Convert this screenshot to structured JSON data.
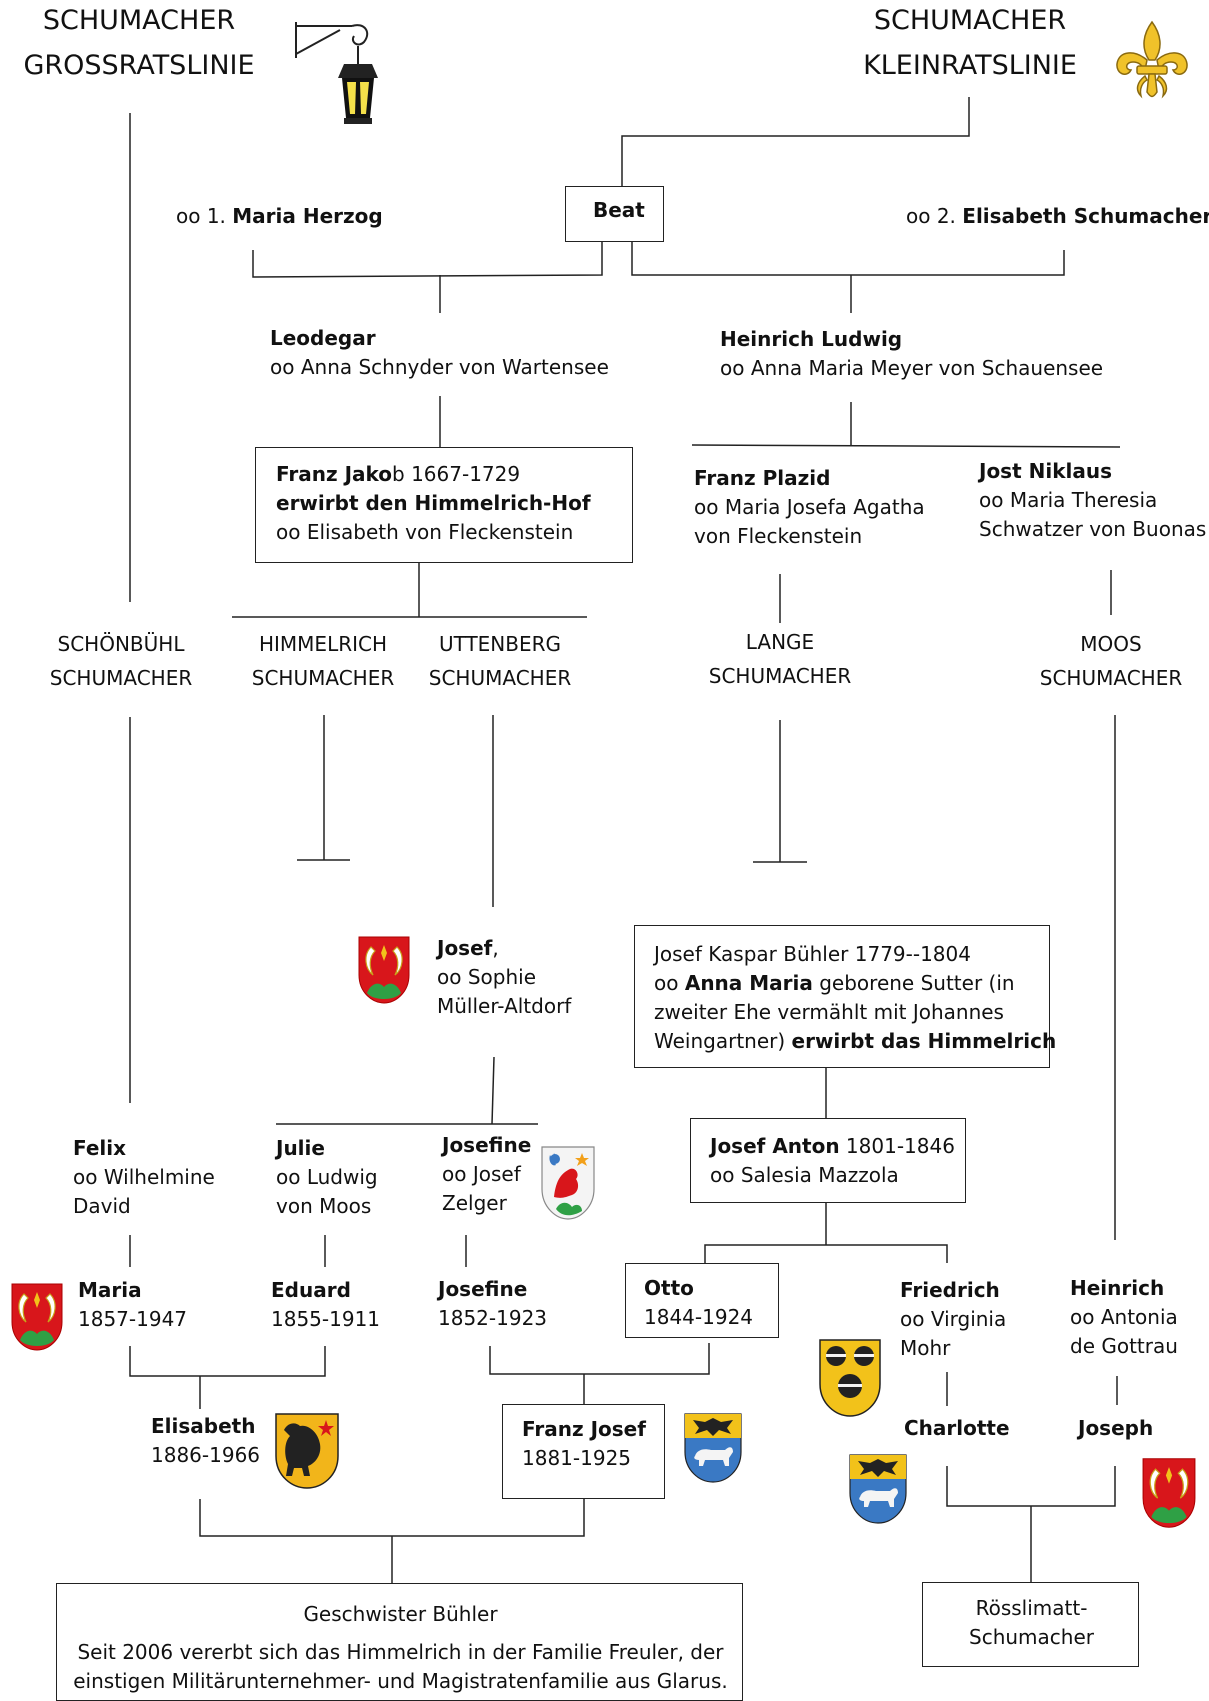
{
  "headers": {
    "left": [
      "SCHUMACHER",
      "GROSSRATSLINIE"
    ],
    "right": [
      "SCHUMACHER",
      "KLEINRATSLINIE"
    ]
  },
  "beat": {
    "name": "Beat",
    "spouse1_prefix": "oo 1.",
    "spouse1": "Maria Herzog",
    "spouse2_prefix": "oo 2.",
    "spouse2": "Elisabeth Schumacher"
  },
  "leodegar": {
    "name": "Leodegar",
    "spouse": "oo Anna Schnyder von Wartensee"
  },
  "heinrich_ludwig": {
    "name": "Heinrich Ludwig",
    "spouse": "oo Anna Maria Meyer von Schauensee"
  },
  "franz_jakob": {
    "name_bold": "Franz Jako",
    "name_rest": "b 1667-1729",
    "note": "erwirbt den Himmelrich-Hof",
    "spouse": "oo Elisabeth von Fleckenstein"
  },
  "franz_plazid": {
    "name": "Franz Plazid",
    "spouse1": "oo Maria Josefa Agatha",
    "spouse2": "von Fleckenstein"
  },
  "jost_niklaus": {
    "name": "Jost Niklaus",
    "spouse1": "oo Maria Theresia",
    "spouse2": "Schwatzer von Buonas"
  },
  "lines": {
    "schoenbuehl": [
      "SCHÖNBÜHL",
      "SCHUMACHER"
    ],
    "himmelrich": [
      "HIMMELRICH",
      "SCHUMACHER"
    ],
    "uttenberg": [
      "UTTENBERG",
      "SCHUMACHER"
    ],
    "lange": [
      "LANGE",
      "SCHUMACHER"
    ],
    "moos": [
      "MOOS",
      "SCHUMACHER"
    ]
  },
  "josef": {
    "name": "Josef",
    "comma": ",",
    "spouse1": "oo Sophie",
    "spouse2": "Müller-Altdorf"
  },
  "josef_kaspar": {
    "line1": "Josef Kaspar Bühler 1779--1804",
    "line2_a": "oo ",
    "line2_b": "Anna Maria",
    "line2_c": " geborene Sutter (in",
    "line3": "zweiter Ehe vermählt mit Johannes",
    "line4_a": "Weingartner) ",
    "line4_b": "erwirbt das Himmelrich"
  },
  "josef_anton": {
    "name": "Josef Anton",
    "years": " 1801-1846",
    "spouse": "oo Salesia Mazzola"
  },
  "felix": {
    "name": "Felix",
    "spouse1": "oo Wilhelmine",
    "spouse2": "David"
  },
  "julie": {
    "name": "Julie",
    "spouse1": "oo Ludwig",
    "spouse2": "von Moos"
  },
  "josefine1": {
    "name": "Josefine",
    "spouse1": "oo Josef",
    "spouse2": "Zelger"
  },
  "maria": {
    "name": "Maria",
    "years": "1857-1947"
  },
  "eduard": {
    "name": "Eduard",
    "years": "1855-1911"
  },
  "josefine2": {
    "name": "Josefine",
    "years": "1852-1923"
  },
  "otto": {
    "name": "Otto",
    "years": "1844-1924"
  },
  "friedrich": {
    "name": "Friedrich",
    "spouse1": "oo Virginia",
    "spouse2": "Mohr"
  },
  "heinrich": {
    "name": "Heinrich",
    "spouse1": "oo Antonia",
    "spouse2": "de Gottrau"
  },
  "elisabeth": {
    "name": "Elisabeth",
    "years": "1886-1966"
  },
  "franz_josef": {
    "name": "Franz Josef",
    "years": "1881-1925"
  },
  "charlotte": {
    "name": "Charlotte"
  },
  "joseph": {
    "name": "Joseph"
  },
  "geschwister": {
    "title": "Geschwister Bühler",
    "text1": "Seit 2006 vererbt sich das Himmelrich in der Familie Freuler, der",
    "text2": "einstigen Militärunternehmer- und Magistratenfamilie aus Glarus."
  },
  "roesslimatt": [
    "Rösslimatt-",
    "Schumacher"
  ],
  "icons": {
    "lantern": "lantern-icon",
    "fleur": "fleur-de-lis-icon",
    "crests": [
      "schumacher-crest",
      "zelger-crest",
      "moor-crest",
      "bear-crest",
      "eagle-dog-crest"
    ]
  },
  "colors": {
    "crest_red": "#d8161b",
    "crest_gold": "#f2c21a",
    "crest_blue": "#3a79c4",
    "crest_green": "#2fa045"
  }
}
